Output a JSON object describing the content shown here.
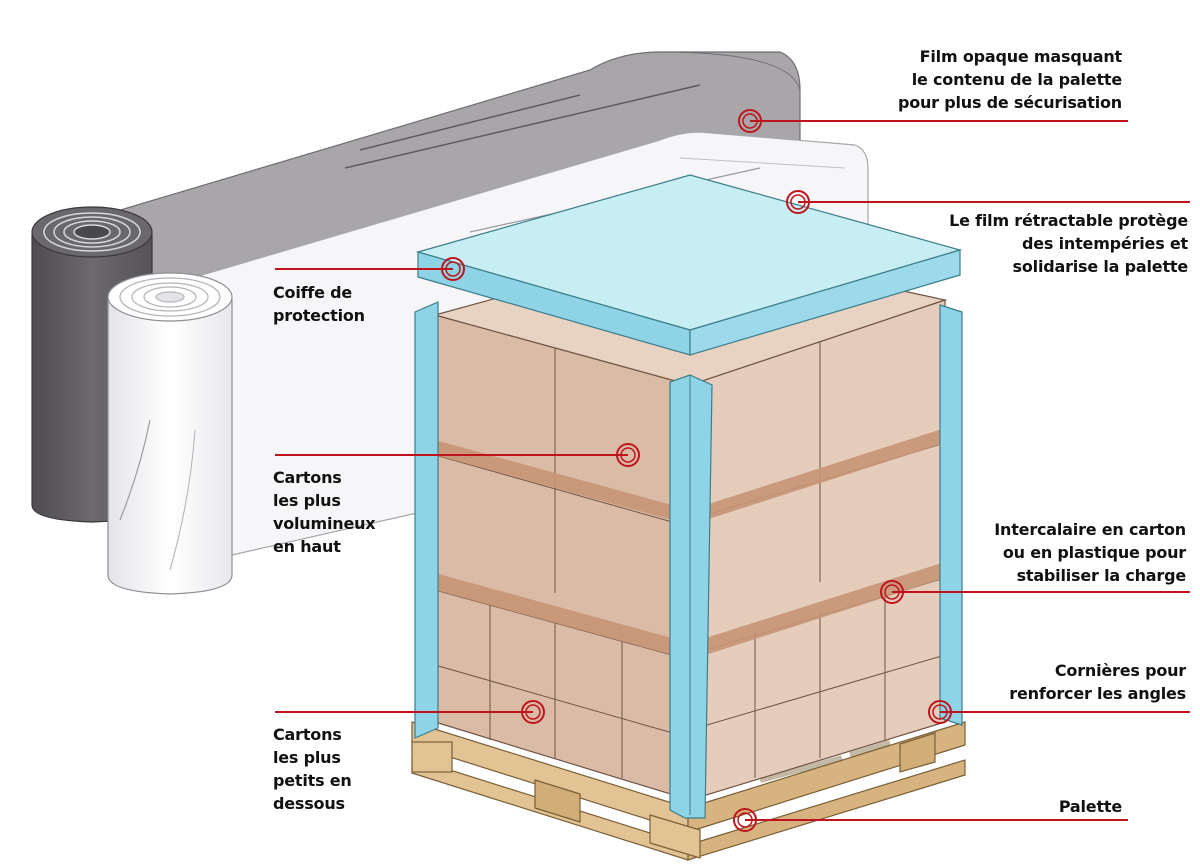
{
  "colors": {
    "accent_line": "#c0141c",
    "carton": "#d9bba6",
    "carton_light": "#e6cdbb",
    "carton_dark": "#c9a48b",
    "strap": "#c69577",
    "corner_guard": "#8fd3e6",
    "cover": "#c6eef3",
    "pallet": "#e2c393",
    "pallet_dark": "#c9a46f",
    "opaque_film": "#a9a6aa",
    "dark_roll": "#5e5c60",
    "clear_film": "#f2f2f4"
  },
  "labels": {
    "opaque_film": [
      "Film opaque masquant",
      "le contenu de la palette",
      "pour plus de sécurisation"
    ],
    "shrink_film": [
      "Le film rétractable protège",
      "des intempéries et",
      "solidarise la palette"
    ],
    "cover": [
      "Coiffe de",
      "protection"
    ],
    "big_cartons": [
      "Cartons",
      "les plus",
      "volumineux",
      "en haut"
    ],
    "interlayer": [
      "Intercalaire en carton",
      "ou en plastique pour",
      "stabiliser la charge"
    ],
    "corners": [
      "Cornières pour",
      "renforcer les angles"
    ],
    "small_cartons": [
      "Cartons",
      "les plus",
      "petits en",
      "dessous"
    ],
    "pallet": [
      "Palette"
    ]
  }
}
